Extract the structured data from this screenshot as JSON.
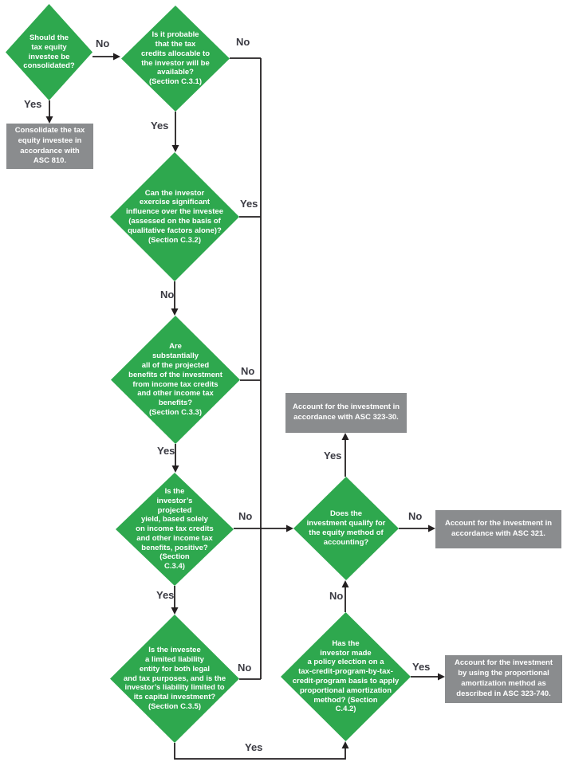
{
  "colors": {
    "decision_fill": "#2EA84E",
    "outcome_fill": "#8A8C8E",
    "connector": "#231F20",
    "edge_label": "#3B3B43",
    "node_text": "#FFFFFF",
    "background": "#FFFFFF"
  },
  "nodes": {
    "consolidate_question": {
      "type": "decision",
      "text": "Should the\ntax equity\ninvestee be\nconsolidated?"
    },
    "consolidate_outcome": {
      "type": "outcome",
      "text": "Consolidate the tax\nequity investee in\naccordance with\nASC 810."
    },
    "credits_probable_question": {
      "type": "decision",
      "text": "Is it probable\nthat the tax\ncredits allocable to\nthe investor will be\navailable?\n(Section C.3.1)"
    },
    "significant_influence_question": {
      "type": "decision",
      "text": "Can the investor\nexercise significant\ninfluence over the investee\n(assessed on the basis of\nqualitative factors alone)?\n(Section C.3.2)"
    },
    "projected_benefits_question": {
      "type": "decision",
      "text": "Are\nsubstantially\nall of the projected\nbenefits of the investment\nfrom income tax credits\nand other income tax\nbenefits?\n(Section C.3.3)"
    },
    "projected_yield_question": {
      "type": "decision",
      "text": "Is the\ninvestor’s\nprojected\nyield, based solely\non income tax credits\nand other income tax\nbenefits, positive?\n(Section\nC.3.4)"
    },
    "equity_method_question": {
      "type": "decision",
      "text": "Does the\ninvestment qualify for\nthe equity method of\naccounting?"
    },
    "asc_323_30_outcome": {
      "type": "outcome",
      "text": "Account for the investment in\naccordance with ASC 323-30."
    },
    "asc_321_outcome": {
      "type": "outcome",
      "text": "Account for the investment in\naccordance with ASC 321."
    },
    "limited_liability_question": {
      "type": "decision",
      "text": "Is the investee\na limited liability\nentity for both legal\nand tax purposes, and is the\ninvestor’s liability limited to\nits capital investment?\n(Section C.3.5)"
    },
    "policy_election_question": {
      "type": "decision",
      "text": "Has the\ninvestor made\na policy election on a\ntax-credit-program-by-tax-\ncredit-program basis to apply\nproportional amortization\nmethod? (Section\nC.4.2)"
    },
    "asc_323_740_outcome": {
      "type": "outcome",
      "text": "Account for the investment\nby using the proportional\namortization method as\ndescribed in ASC 323-740."
    }
  },
  "edge_labels": {
    "consolidate_no": "No",
    "consolidate_yes": "Yes",
    "credits_probable_no": "No",
    "credits_probable_yes": "Yes",
    "significant_influence_yes": "Yes",
    "significant_influence_no": "No",
    "projected_benefits_no": "No",
    "projected_benefits_yes": "Yes",
    "projected_yield_no": "No",
    "projected_yield_yes": "Yes",
    "equity_method_yes": "Yes",
    "equity_method_no": "No",
    "policy_election_no": "No",
    "policy_election_yes": "Yes",
    "limited_liability_no": "No",
    "limited_liability_yes": "Yes"
  }
}
